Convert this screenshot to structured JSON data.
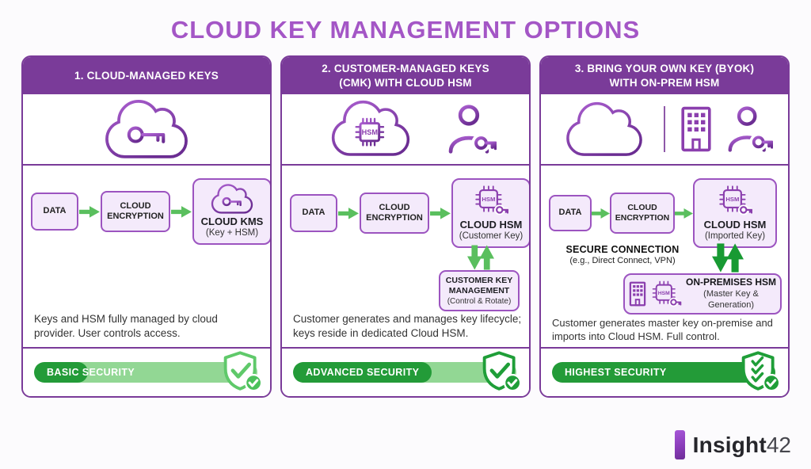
{
  "title": "CLOUD KEY MANAGEMENT OPTIONS",
  "hsm_label": "HSM",
  "brand": {
    "name_bold": "Insight",
    "name_number": "42"
  },
  "colors": {
    "purple_header": "#7a3b99",
    "purple_icon": "#8b3fae",
    "purple_fill": "#f4eafb",
    "purple_box_border": "#9c54c0",
    "title_purple": "#a456c6",
    "arrow_green": "#5abf5e",
    "dark_green": "#189a33",
    "pill_green": "#239b38",
    "track_green": "#92d794"
  },
  "icon_names": [
    "cloud-key-icon",
    "cloud-hsm-icon",
    "user-key-icon",
    "cloud-icon",
    "building-icon",
    "hsm-chip-key-icon",
    "shield-check-icon",
    "shield-triple-check-icon",
    "arrow-right-icon",
    "arrows-up-down-icon"
  ],
  "columns": [
    {
      "header_line1": "1. CLOUD-MANAGED KEYS",
      "header_line2": "",
      "flow": {
        "data": "DATA",
        "encryption": "CLOUD ENCRYPTION",
        "target_title": "CLOUD KMS",
        "target_subtitle": "(Key + HSM)"
      },
      "description": "Keys and HSM fully managed by cloud provider. User controls access.",
      "security": {
        "label": "BASIC SECURITY",
        "level": "basic",
        "fill_percent": 24
      }
    },
    {
      "header_line1": "2. CUSTOMER-MANAGED KEYS",
      "header_line2": "(CMK) WITH CLOUD HSM",
      "flow": {
        "data": "DATA",
        "encryption": "CLOUD ENCRYPTION",
        "target_title": "CLOUD HSM",
        "target_subtitle": "(Customer Key)",
        "secondary_title": "CUSTOMER KEY MANAGEMENT",
        "secondary_subtitle": "(Control & Rotate)"
      },
      "description": "Customer generates and manages key lifecycle; keys reside in dedicated Cloud HSM.",
      "security": {
        "label": "ADVANCED SECURITY",
        "level": "advanced",
        "fill_percent": 62
      }
    },
    {
      "header_line1": "3. BRING YOUR OWN KEY (BYOK)",
      "header_line2": "WITH ON-PREM HSM",
      "flow": {
        "data": "DATA",
        "encryption": "CLOUD ENCRYPTION",
        "target_title": "CLOUD HSM",
        "target_subtitle": "(Imported Key)",
        "connection_title": "SECURE CONNECTION",
        "connection_subtitle": "(e.g., Direct Connect, VPN)",
        "onprem_title": "ON-PREMISES HSM",
        "onprem_subtitle": "(Master Key & Generation)"
      },
      "description": "Customer generates master key on-premise and imports into Cloud HSM. Full control.",
      "security": {
        "label": "HIGHEST SECURITY",
        "level": "highest",
        "fill_percent": 100
      }
    }
  ]
}
